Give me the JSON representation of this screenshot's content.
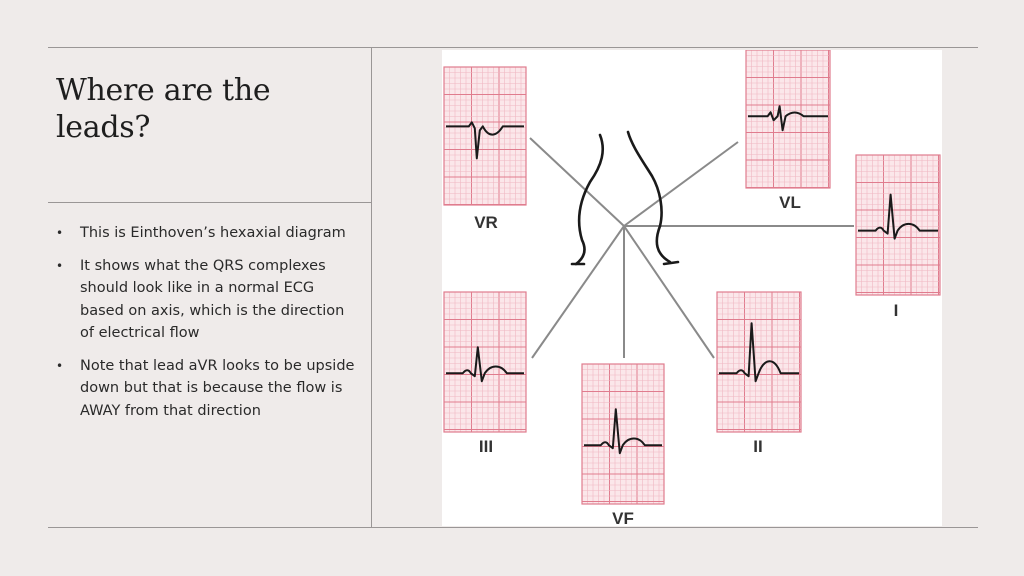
{
  "slide": {
    "title": "Where are the leads?",
    "bullets": [
      "This is Einthoven’s hexaxial diagram",
      "It shows what the QRS complexes should look like in a normal ECG based on axis, which is the direction of electrical flow",
      "Note that lead aVR looks to be upside down but that is because the flow is AWAY from that direction"
    ]
  },
  "diagram": {
    "leads": [
      {
        "id": "vr",
        "label": "VR",
        "wave": "inverted"
      },
      {
        "id": "vl",
        "label": "VL",
        "wave": "small-biphasic"
      },
      {
        "id": "i",
        "label": "I",
        "wave": "upright-medium"
      },
      {
        "id": "iii",
        "label": "III",
        "wave": "upright-small"
      },
      {
        "id": "vf",
        "label": "VF",
        "wave": "upright-medium"
      },
      {
        "id": "ii",
        "label": "II",
        "wave": "upright-tall"
      }
    ],
    "colors": {
      "grid_minor": "#f0b8c2",
      "grid_major": "#e07c8e",
      "grid_bg": "#fbe7ea",
      "trace": "#1a1a1a",
      "axis_line": "#8a8a8a"
    }
  }
}
